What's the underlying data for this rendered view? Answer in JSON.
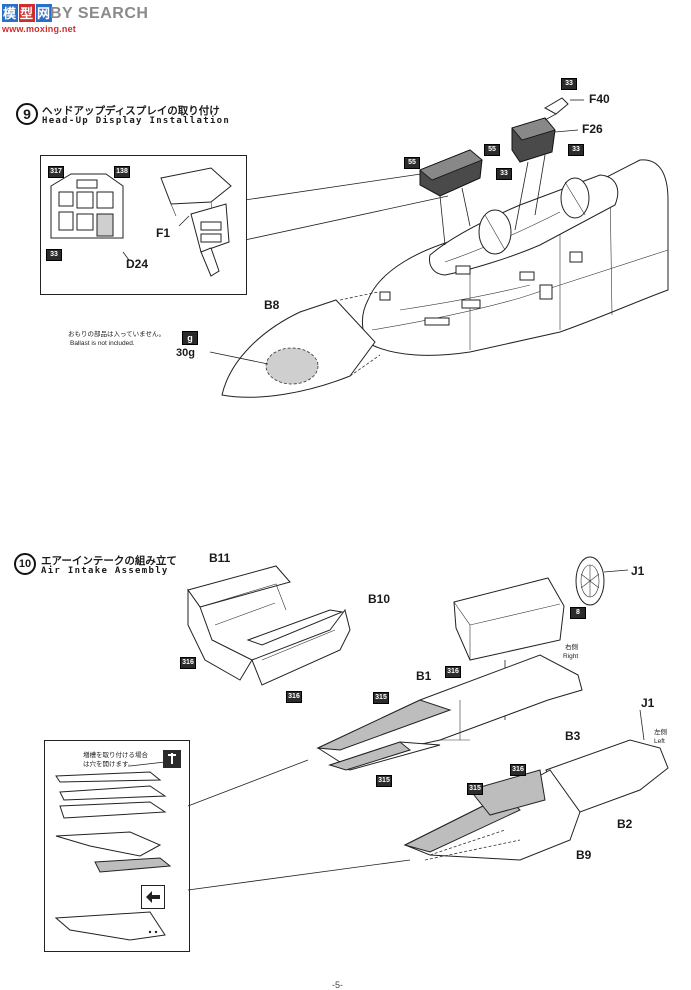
{
  "watermark": {
    "logo_text": "模型网",
    "site": "BY SEARCH",
    "url": "www.moxing.net"
  },
  "step9": {
    "number": "9",
    "title_jp": "ヘッドアップディスプレイの取り付け",
    "title_en": "Head-Up Display Installation",
    "parts": {
      "f40": "F40",
      "f26": "F26",
      "f1": "F1",
      "d24": "D24",
      "b8": "B8"
    },
    "color_codes": {
      "c33_top": "33",
      "c55_f26": "55",
      "c33_f26": "33",
      "c55_hud": "55",
      "c33_hud": "33",
      "c317": "317",
      "c138": "138",
      "c33_panel": "33"
    },
    "ballast": {
      "note_jp": "おもりの部品は入っていません。",
      "note_en": "Ballast is not included.",
      "icon_letter": "g",
      "weight": "30g"
    }
  },
  "step10": {
    "number": "10",
    "title_jp": "エアーインテークの組み立て",
    "title_en": "Air Intake Assembly",
    "parts": {
      "b11": "B11",
      "b10": "B10",
      "j1_top": "J1",
      "b1": "B1",
      "j1_left": "J1",
      "b3": "B3",
      "b2": "B2",
      "b9": "B9"
    },
    "sides": {
      "right_jp": "右側",
      "right_en": "Right",
      "left_jp": "左側",
      "left_en": "Left"
    },
    "color_codes": {
      "c316_b11": "316",
      "c316_b10": "316",
      "c8_j1": "8",
      "c316_b1": "316",
      "c315_b1": "315",
      "c315_b1_lower": "315",
      "c316_b2": "316",
      "c315_b2": "315"
    },
    "tank_note": {
      "line1": "増槽を取り付ける場合",
      "line2": "は穴を開けます。"
    }
  },
  "footer": {
    "page_number": "-5-"
  }
}
